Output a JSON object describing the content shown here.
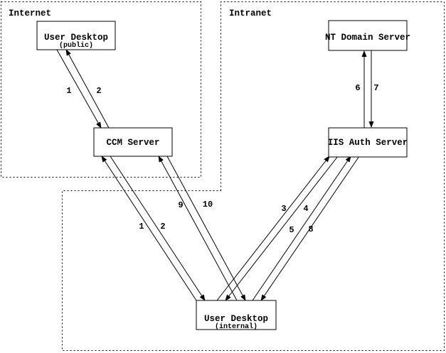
{
  "diagram": {
    "background_color": "#ffffff",
    "line_color": "#000000",
    "regions": [
      {
        "id": "internet",
        "label": "Internet"
      },
      {
        "id": "intranet",
        "label": "Intranet"
      }
    ],
    "nodes": [
      {
        "id": "user-desktop-public",
        "title": "User Desktop",
        "subtitle": "(public)",
        "region": "internet"
      },
      {
        "id": "nt-domain-server",
        "title": "NT Domain Server",
        "subtitle": "",
        "region": "intranet"
      },
      {
        "id": "ccm-server",
        "title": "CCM Server",
        "subtitle": "",
        "region": "internet"
      },
      {
        "id": "iis-auth-server",
        "title": "IIS Auth Server",
        "subtitle": "",
        "region": "intranet"
      },
      {
        "id": "user-desktop-internal",
        "title": "User Desktop",
        "subtitle": "(internal)",
        "region": "intranet"
      }
    ],
    "edges": [
      {
        "label": "1",
        "from": "user-desktop-public",
        "to": "ccm-server"
      },
      {
        "label": "2",
        "from": "ccm-server",
        "to": "user-desktop-public"
      },
      {
        "label": "1",
        "from": "user-desktop-internal",
        "to": "ccm-server"
      },
      {
        "label": "2",
        "from": "ccm-server",
        "to": "user-desktop-internal"
      },
      {
        "label": "9",
        "from": "user-desktop-internal",
        "to": "ccm-server"
      },
      {
        "label": "10",
        "from": "ccm-server",
        "to": "user-desktop-internal"
      },
      {
        "label": "3",
        "from": "user-desktop-internal",
        "to": "iis-auth-server"
      },
      {
        "label": "4",
        "from": "iis-auth-server",
        "to": "user-desktop-internal"
      },
      {
        "label": "5",
        "from": "user-desktop-internal",
        "to": "iis-auth-server"
      },
      {
        "label": "8",
        "from": "iis-auth-server",
        "to": "user-desktop-internal"
      },
      {
        "label": "6",
        "from": "iis-auth-server",
        "to": "nt-domain-server"
      },
      {
        "label": "7",
        "from": "nt-domain-server",
        "to": "iis-auth-server"
      }
    ]
  }
}
